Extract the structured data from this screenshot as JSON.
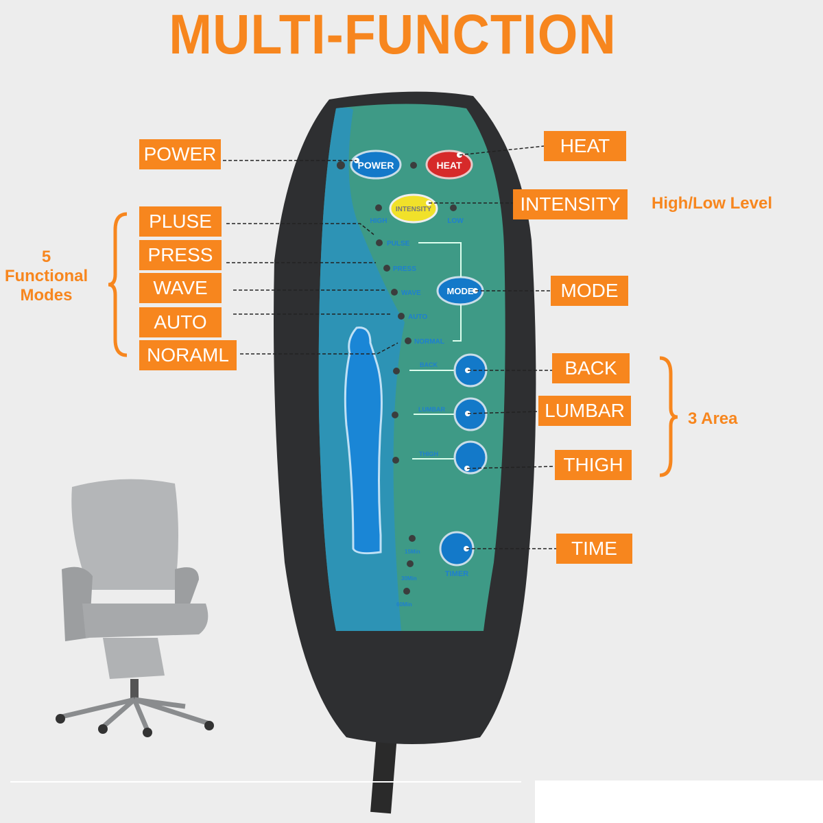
{
  "title": "MULTI-FUNCTION",
  "labels": {
    "power": "POWER",
    "heat": "HEAT",
    "intensity": "INTENSITY",
    "pluse": "PLUSE",
    "press": "PRESS",
    "wave": "WAVE",
    "auto": "AUTO",
    "noraml": "NORAML",
    "mode": "MODE",
    "back": "BACK",
    "lumbar": "LUMBAR",
    "thigh": "THIGH",
    "time": "TIME"
  },
  "notes": {
    "high_low": "High/Low Level",
    "functional_modes": "5 Functional Modes",
    "area": "3 Area"
  },
  "remote": {
    "power": "POWER",
    "heat": "HEAT",
    "intensity": "INTENSITY",
    "high": "HIGH",
    "low": "LOW",
    "pulse": "PULSE",
    "press": "PRESS",
    "wave": "WAVE",
    "auto": "AUTO",
    "normal": "NORMAL",
    "mode": "MODE",
    "back": "BACK",
    "lumbar": "LUMBAR",
    "thigh": "THIGH",
    "timer": "TIMER",
    "t15": "15Min",
    "t30": "30Min",
    "t60": "60Min"
  },
  "colors": {
    "accent": "#f7861e",
    "panel": "#3e9a86",
    "button_blue": "#1379c9",
    "heat_red": "#d62a2a",
    "intensity_yellow": "#f1e12a"
  }
}
